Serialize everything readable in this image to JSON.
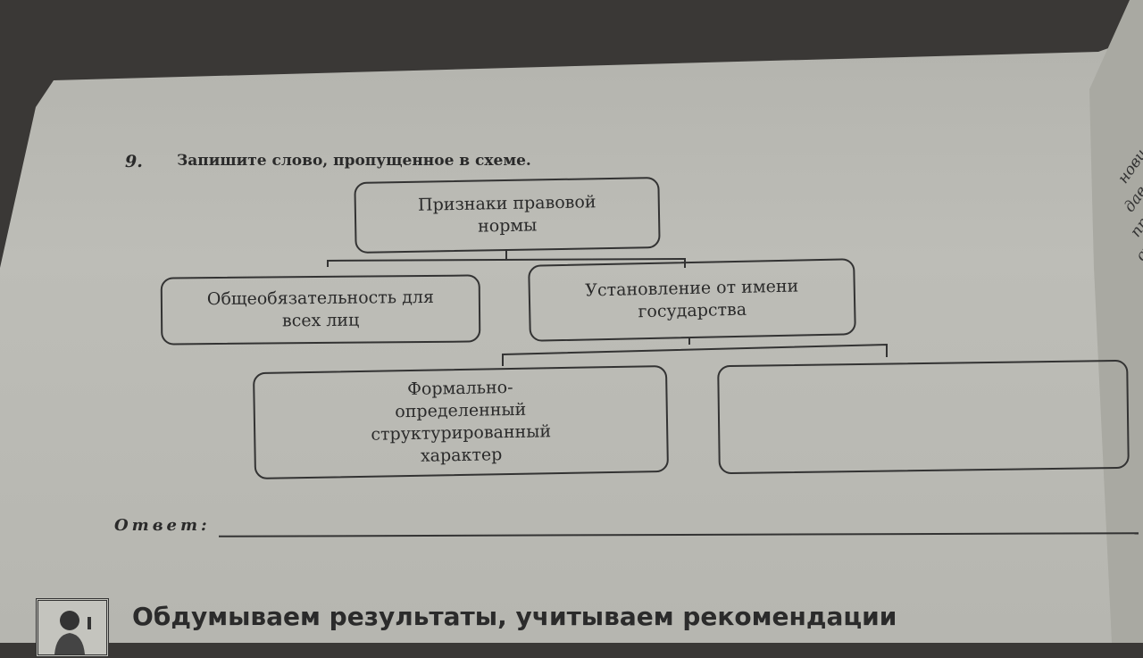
{
  "task": {
    "number": "9.",
    "instruction": "Запишите слово, пропущенное в схеме."
  },
  "diagram": {
    "root": "Признаки правовой нормы",
    "level1": [
      "Общеобязательность для всех лиц",
      "Установление от имени государства"
    ],
    "level2": [
      "Формально-определенный структурированный характер",
      ""
    ]
  },
  "answer": {
    "label": "Ответ:",
    "value": ""
  },
  "section": {
    "title": "Обдумываем результаты, учитываем рекомендации",
    "icon": "teacher-icon"
  },
  "right_page_fragments": [
    "нови",
    "дава",
    "пра",
    "ст"
  ]
}
